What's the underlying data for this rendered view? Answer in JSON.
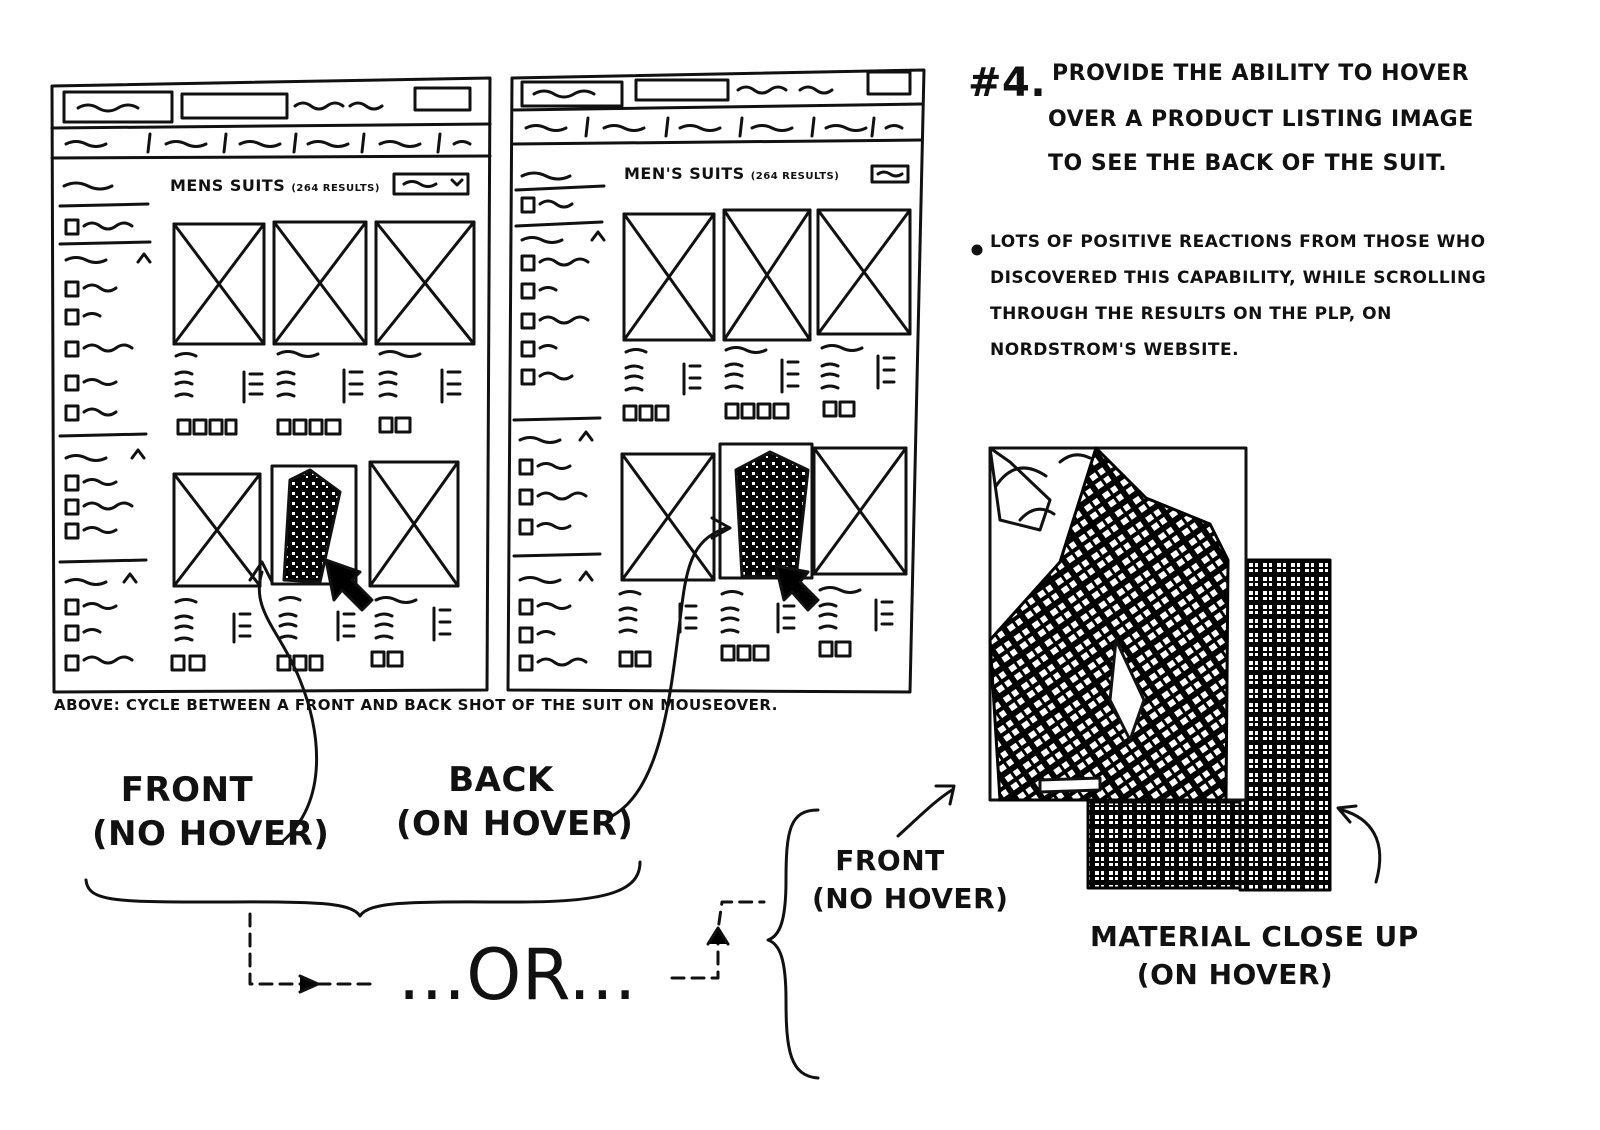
{
  "heading": {
    "number": "#4.",
    "lines": [
      "PROVIDE THE ABILITY TO HOVER",
      "OVER A PRODUCT LISTING IMAGE",
      "TO SEE THE BACK OF THE SUIT."
    ]
  },
  "bullet": {
    "lines": [
      "LOTS OF POSITIVE REACTIONS FROM THOSE WHO",
      "DISCOVERED THIS CAPABILITY, WHILE SCROLLING",
      "THROUGH THE RESULTS ON THE PLP, ON",
      "NORDSTROM'S WEBSITE."
    ]
  },
  "wireframes": {
    "left": {
      "title": "MENS SUITS",
      "count": "(264 RESULTS)"
    },
    "right": {
      "title": "MEN'S SUITS",
      "count": "(264 RESULTS)"
    }
  },
  "caption_above": "ABOVE: CYCLE BETWEEN A FRONT AND BACK SHOT OF THE SUIT ON MOUSEOVER.",
  "labels": {
    "front_1": "FRONT",
    "front_1_sub": "(NO HOVER)",
    "back": "BACK",
    "back_sub": "(ON HOVER)",
    "or": "...OR...",
    "front_2": "FRONT",
    "front_2_sub": "(NO HOVER)",
    "material": "MATERIAL CLOSE UP",
    "material_sub": "(ON HOVER)"
  }
}
